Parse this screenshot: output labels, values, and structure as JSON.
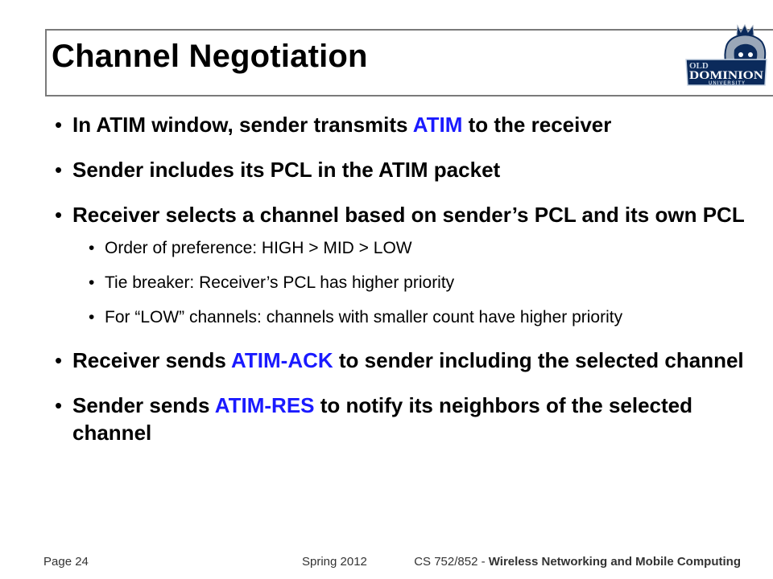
{
  "slide": {
    "title": "Channel Negotiation",
    "bullets": {
      "b1": {
        "pre": "In ATIM window, sender transmits ",
        "hl": "ATIM",
        "post": " to the receiver"
      },
      "b2": "Sender includes its PCL in the ATIM packet",
      "b3": "Receiver selects a channel based on sender’s PCL and its own PCL",
      "sub": [
        "Order of preference: HIGH > MID > LOW",
        "Tie breaker: Receiver’s PCL has higher priority",
        "For “LOW” channels: channels with smaller count have higher priority"
      ],
      "b4": {
        "pre": "Receiver sends ",
        "hl": "ATIM-ACK",
        "post": " to sender including the selected channel"
      },
      "b5": {
        "pre": "Sender sends ",
        "hl": "ATIM-RES",
        "post": " to notify its neighbors of the selected channel"
      }
    },
    "highlight_color": "#1a1aff"
  },
  "logo": {
    "icon": "old-dominion-university-monarch-logo",
    "text_top": "OLD",
    "text_main": "DOMINION",
    "text_sub": "UNIVERSITY",
    "colors": {
      "navy": "#0b2a5b",
      "silver": "#9aa7b8",
      "light": "#c8d4e3"
    }
  },
  "footer": {
    "page": "Page 24",
    "term": "Spring 2012",
    "course_code": "CS 752/852 - ",
    "course_name": "Wireless Networking and Mobile Computing"
  }
}
